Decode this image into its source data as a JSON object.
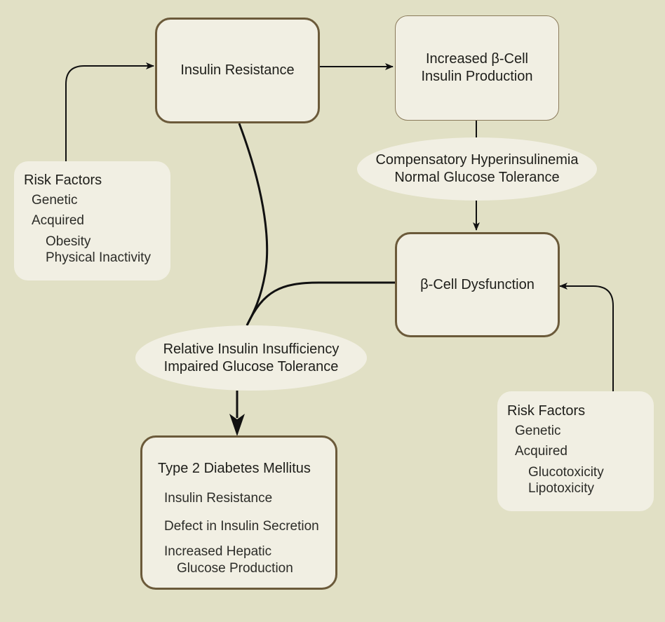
{
  "nodes": {
    "insulin_resistance": "Insulin Resistance",
    "increased_beta_cell": [
      "Increased β-Cell",
      "Insulin Production"
    ],
    "compensatory": [
      "Compensatory Hyperinsulinemia",
      "Normal Glucose Tolerance"
    ],
    "beta_cell_dysfunction": "β-Cell Dysfunction",
    "relative_insufficiency": [
      "Relative Insulin Insufficiency",
      "Impaired Glucose Tolerance"
    ]
  },
  "risk_factors_left": {
    "title": "Risk Factors",
    "genetic": "Genetic",
    "acquired": "Acquired",
    "sub": [
      "Obesity",
      "Physical Inactivity"
    ]
  },
  "risk_factors_right": {
    "title": "Risk Factors",
    "genetic": "Genetic",
    "acquired": "Acquired",
    "sub": [
      "Glucotoxicity",
      "Lipotoxicity"
    ]
  },
  "diabetes": {
    "title": "Type 2 Diabetes Mellitus",
    "items": [
      "Insulin Resistance",
      "Defect in Insulin Secretion",
      "Increased Hepatic",
      "Glucose Production"
    ]
  },
  "colors": {
    "background": "#e1e0c5",
    "box_fill": "#f1efe3",
    "box_border": "#6b5a3a",
    "line": "#111111"
  }
}
